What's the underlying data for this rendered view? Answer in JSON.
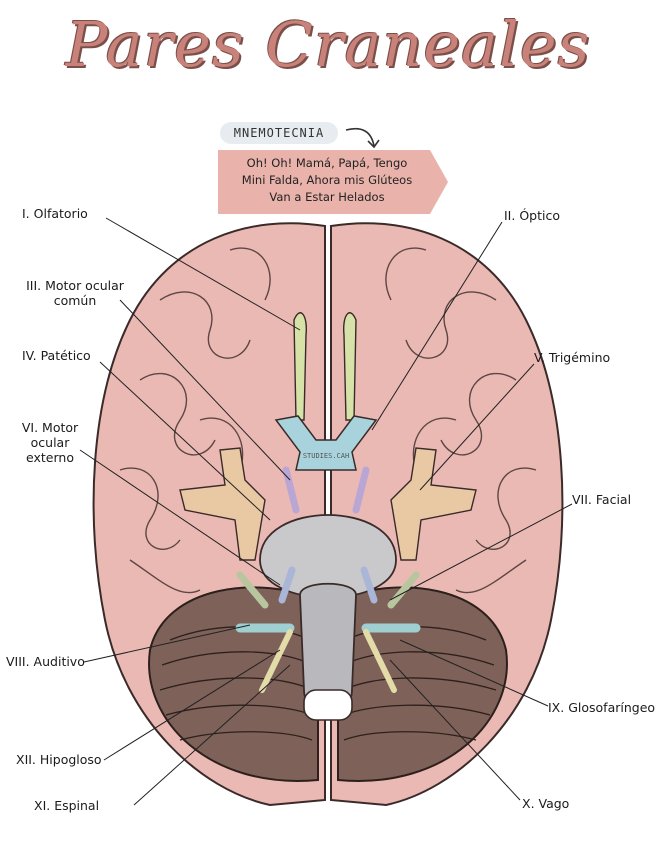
{
  "title": "Pares Craneales",
  "mnemonic": {
    "tag": "MNEMOTECNIA",
    "lines": [
      "Oh! Oh! Mamá, Papá, Tengo",
      "Mini Falda, Ahora mis Glúteos",
      "Van a Estar Helados"
    ]
  },
  "watermark": "STUDIES.CAH",
  "labels": {
    "olfatorio": "I. Olfatorio",
    "optico": "II. Óptico",
    "motor_ocular_comun_1": "III. Motor ocular",
    "motor_ocular_comun_2": "común",
    "patetico": "IV. Patético",
    "trigemino": "V. Trigémino",
    "motor_ocular_externo_1": "VI. Motor",
    "motor_ocular_externo_2": "ocular",
    "motor_ocular_externo_3": "externo",
    "facial": "VII. Facial",
    "auditivo": "VIII. Auditivo",
    "glosofaringeo": "IX. Glosofaríngeo",
    "hipogloso": "XII. Hipogloso",
    "vago": "X. Vago",
    "espinal": "XI. Espinal"
  },
  "colors": {
    "title": "#c9827a",
    "brain": "#eab9b3",
    "brain_outline": "#3a2a2a",
    "cerebellum": "#7e6259",
    "olfactory": "#d6e2a8",
    "optic": "#a9d3dc",
    "trigeminal": "#e9c9a3",
    "brainstem": "#b9b9bd",
    "mnemonic_box": "#e9b3ab"
  }
}
